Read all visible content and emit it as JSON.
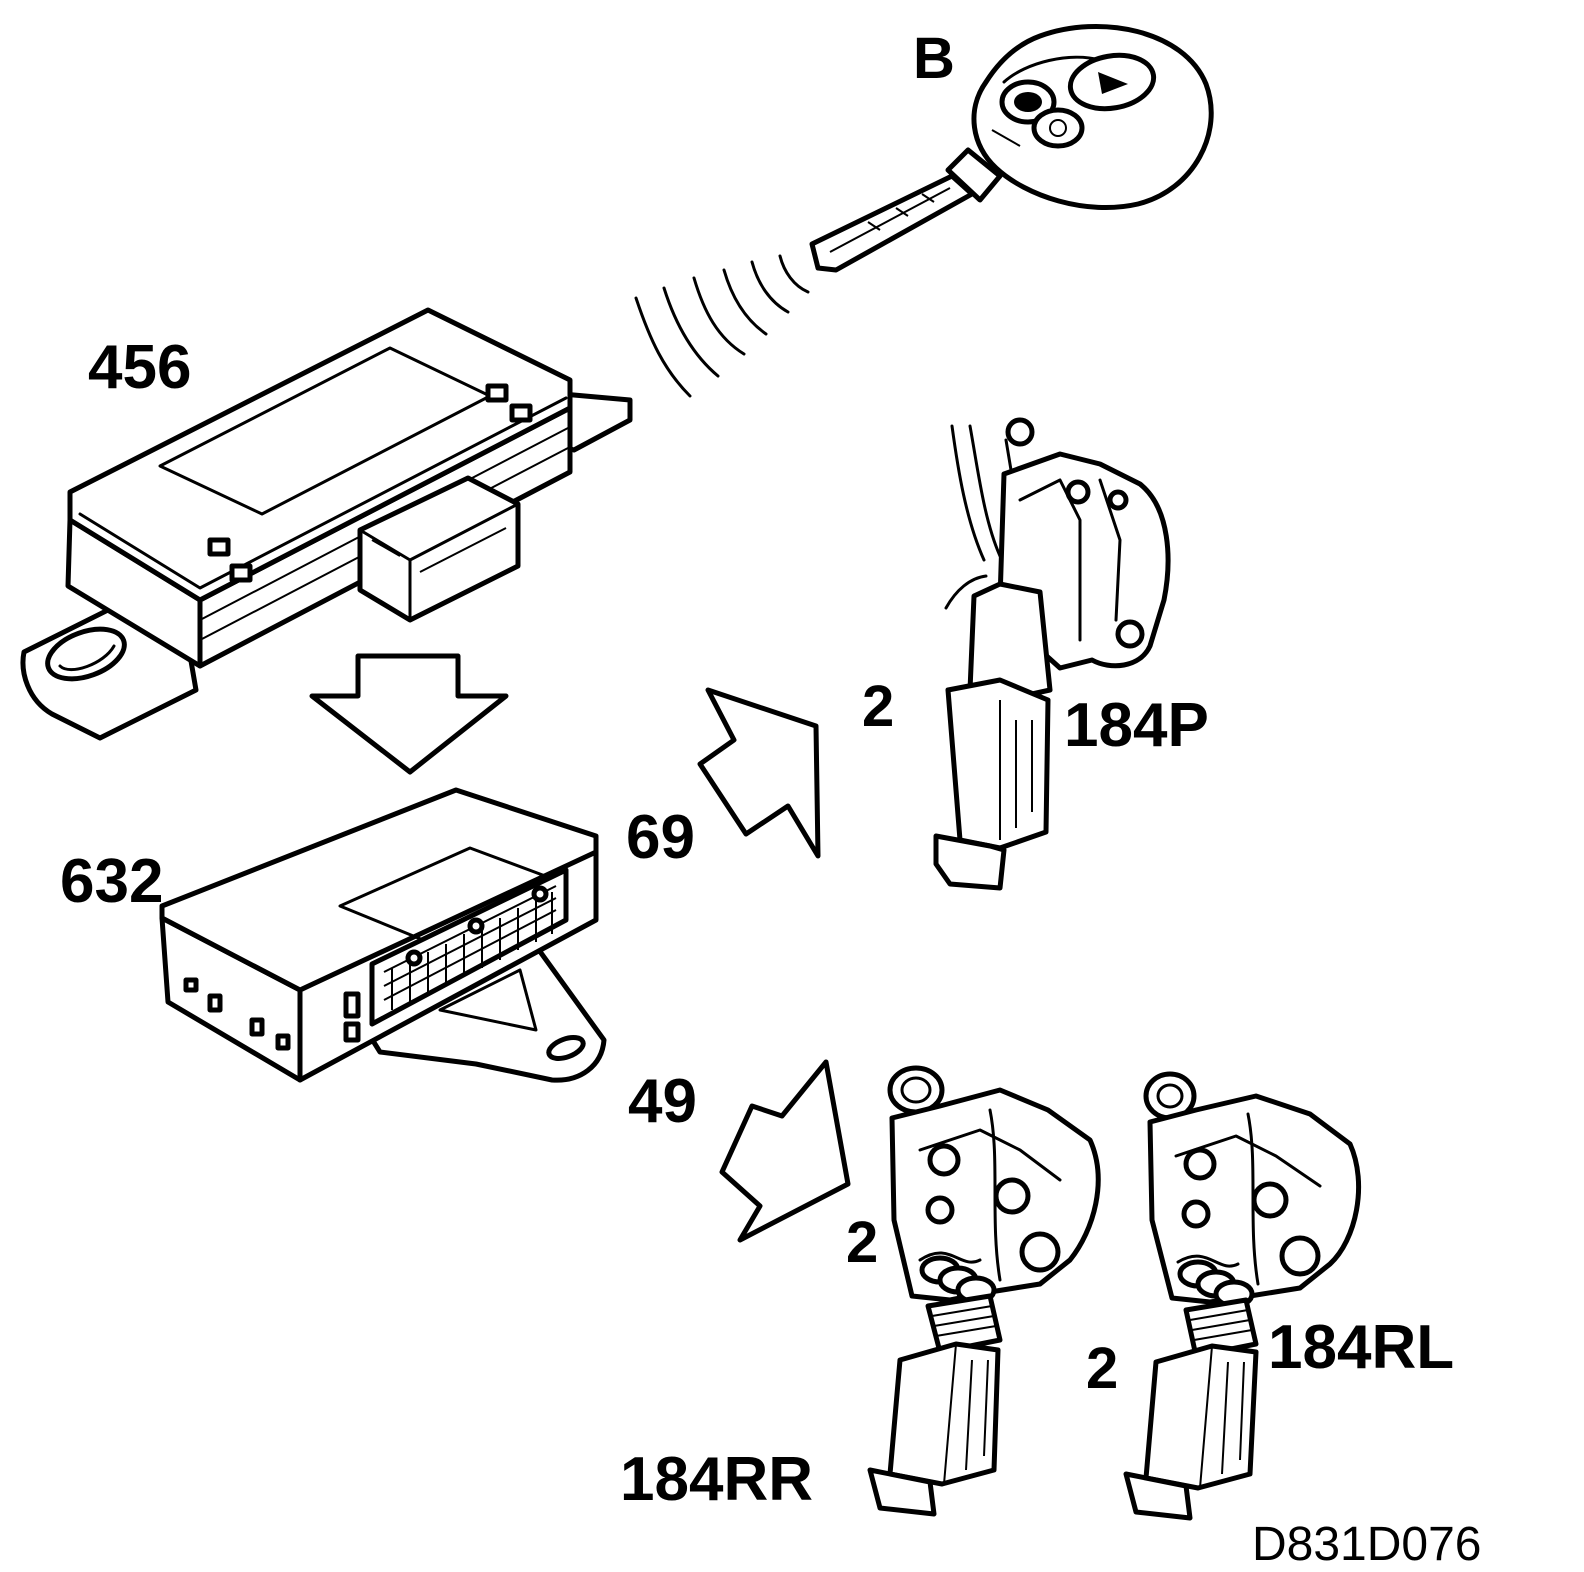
{
  "labels": {
    "key": "B",
    "receiver": "456",
    "control_module": "632",
    "arrow_upper": "69",
    "arrow_lower": "49",
    "lock_front": "184P",
    "lock_rear_right": "184RR",
    "lock_rear_left": "184RL",
    "conn_front": "2",
    "conn_rear_right": "2",
    "conn_rear_left": "2"
  },
  "figure_code": "D831D076",
  "colors": {
    "line": "#000000",
    "background": "#ffffff"
  }
}
